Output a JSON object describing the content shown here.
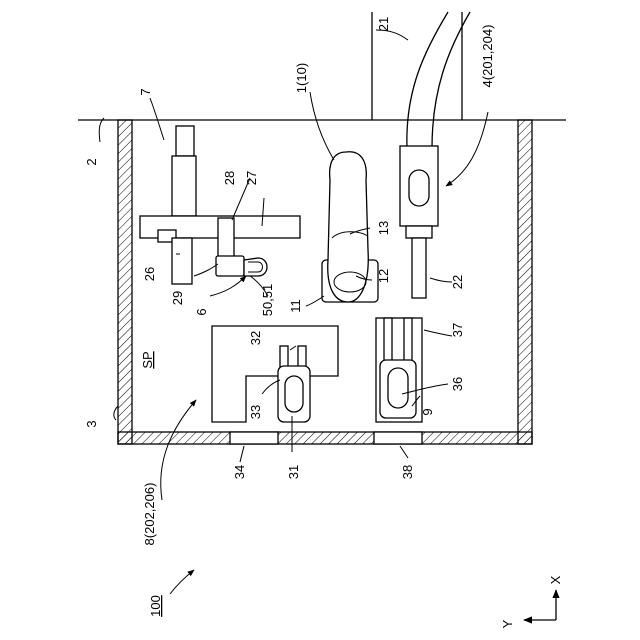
{
  "figure": {
    "labels": {
      "device": "100",
      "floor": "2",
      "chamber": "3",
      "space": "SP",
      "robot": "1(10)",
      "cable": "21",
      "tool_unit": "4(201,204)",
      "fixture": "7",
      "station_left": "8(202,206)",
      "station_right": "9",
      "part_11": "11",
      "part_12": "12",
      "part_13": "13",
      "part_22": "22",
      "part_26": "26",
      "part_27": "27",
      "part_28": "28",
      "part_29": "29",
      "part_6": "6",
      "part_50_51": "50,51",
      "part_31": "31",
      "part_32": "32",
      "part_33": "33",
      "part_34": "34",
      "part_36": "36",
      "part_37": "37",
      "part_38": "38"
    },
    "axes": {
      "x": "X",
      "y": "Y"
    }
  }
}
